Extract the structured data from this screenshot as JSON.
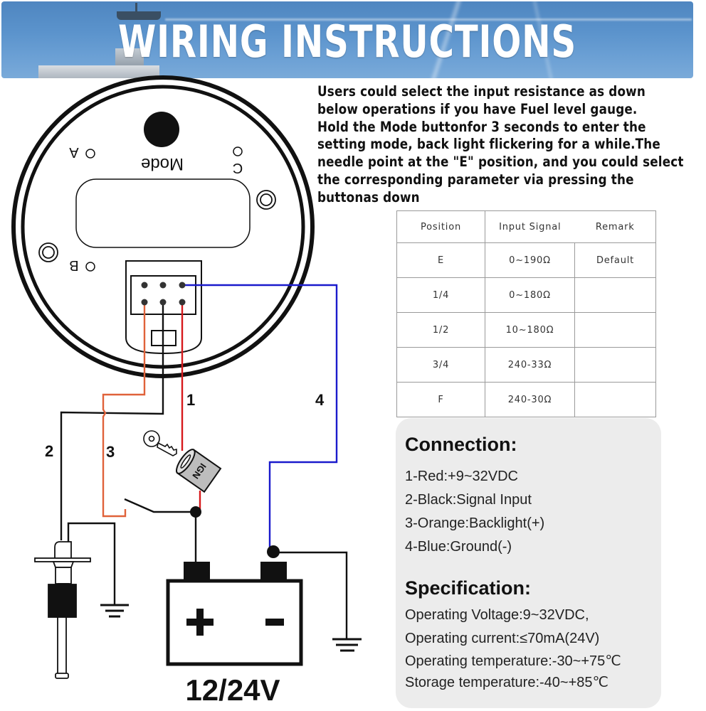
{
  "banner": {
    "title": "WIRING INSTRUCTIONS"
  },
  "instructions": {
    "lines": [
      "Users could select the input resistance as down",
      "below operations if you have Fuel level gauge.",
      "Hold the Mode buttonfor 3 seconds to enter the",
      "setting mode, back light flickering for a while.The",
      "needle point at the \"E\" position, and you could select",
      "the corresponding parameter via pressing the",
      "buttonas down"
    ]
  },
  "resistance_table": {
    "headers": [
      "Position",
      "Input Signal",
      "Remark"
    ],
    "rows": [
      {
        "position": "E",
        "input_signal": "0~190Ω",
        "remark": "Default"
      },
      {
        "position": "1/4",
        "input_signal": "0~180Ω",
        "remark": ""
      },
      {
        "position": "1/2",
        "input_signal": "10~180Ω",
        "remark": ""
      },
      {
        "position": "3/4",
        "input_signal": "240-33Ω",
        "remark": ""
      },
      {
        "position": "F",
        "input_signal": "240-30Ω",
        "remark": ""
      }
    ]
  },
  "connection": {
    "title": "Connection:",
    "items": [
      "1-Red:+9~32VDC",
      "2-Black:Signal Input",
      "3-Orange:Backlight(+)",
      "4-Blue:Ground(-)"
    ]
  },
  "specification": {
    "title": "Specification:",
    "items": [
      "Operating Voltage:9~32VDC,",
      "Operating current:≤70mA(24V)",
      "Operating temperature:-30~+75℃",
      "Storage temperature:-40~+85℃"
    ]
  },
  "diagram": {
    "gauge": {
      "mode_label": "Mode",
      "button_labels": [
        "A",
        "B",
        "C"
      ]
    },
    "wire_labels": [
      "1",
      "2",
      "3",
      "4"
    ],
    "ignition_label": "IGN",
    "battery": {
      "plus_symbol": "+",
      "minus_symbol": "-",
      "voltage_label": "12/24V"
    },
    "colors": {
      "red_wire": "#d7191c",
      "black_wire": "#111111",
      "orange_wire": "#e0623a",
      "blue_wire": "#1a1acc"
    }
  }
}
